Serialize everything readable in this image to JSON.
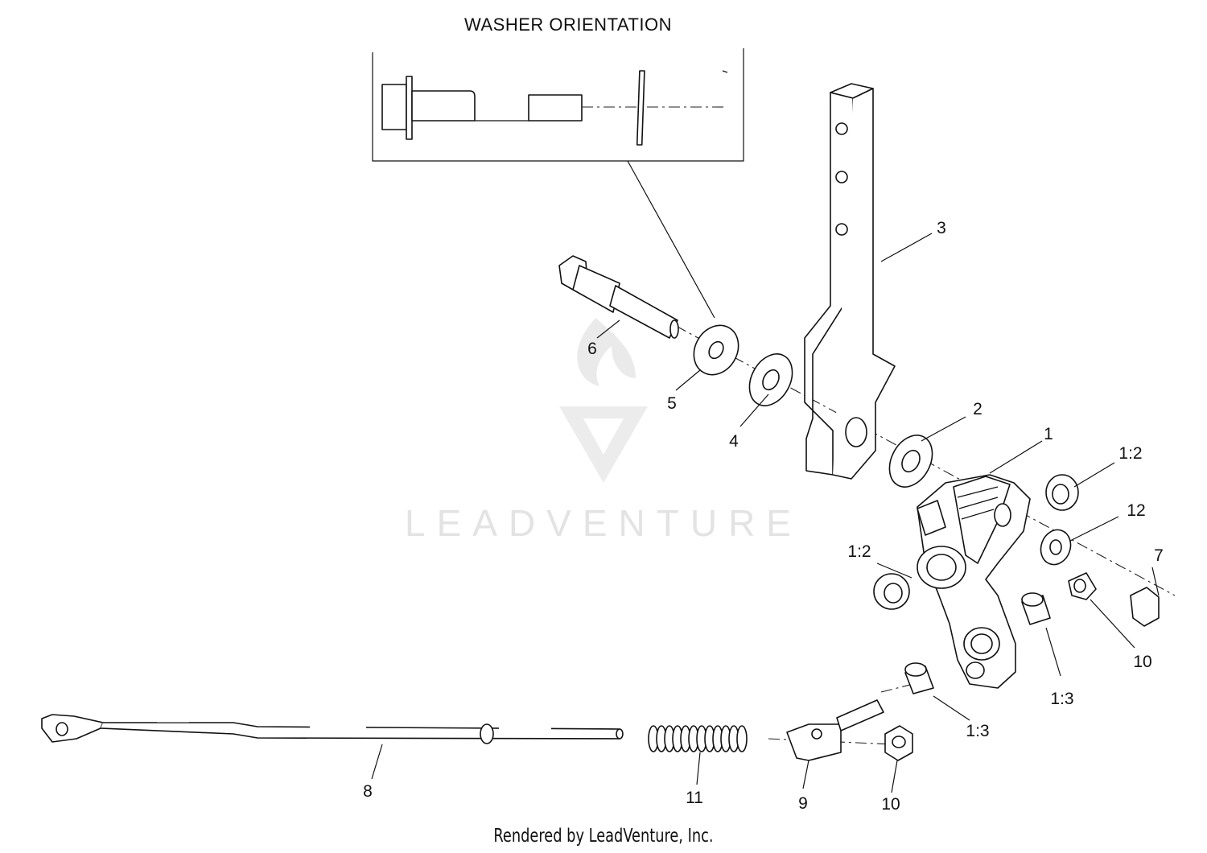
{
  "diagram": {
    "title": "WASHER ORIENTATION",
    "footer": "Rendered by LeadVenture, Inc.",
    "watermark": "LEADVENTURE",
    "line_color": "#111111",
    "watermark_color": "#e3e3e3",
    "callouts": [
      "1",
      "1:2",
      "1:2",
      "2",
      "3",
      "4",
      "5",
      "6",
      "7",
      "8",
      "9",
      "10",
      "10",
      "1:3",
      "1:3",
      "11",
      "12"
    ]
  }
}
